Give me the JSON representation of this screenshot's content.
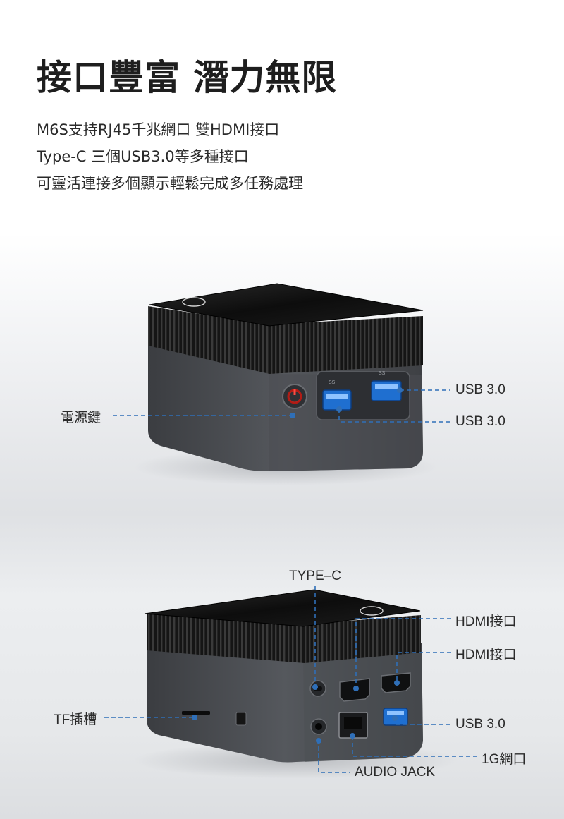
{
  "header": {
    "title": "接口豐富  潛力無限",
    "lines": [
      "M6S支持RJ45千兆網口 雙HDMI接口",
      "Type-C 三個USB3.0等多種接口",
      "可靈活連接多個顯示輕鬆完成多任務處理"
    ]
  },
  "front_view": {
    "labels": {
      "power": "電源鍵",
      "usb_top": "USB 3.0",
      "usb_bottom": "USB 3.0"
    }
  },
  "rear_view": {
    "labels": {
      "type_c": "TYPE–C",
      "hdmi_1": "HDMI接口",
      "hdmi_2": "HDMI接口",
      "tf_slot": "TF插槽",
      "usb": "USB 3.0",
      "lan": "1G網口",
      "audio": "AUDIO JACK"
    }
  },
  "colors": {
    "leader_line": "#2f6fb8",
    "title": "#1e1e1e",
    "power_button_glow": "#e0302a"
  }
}
